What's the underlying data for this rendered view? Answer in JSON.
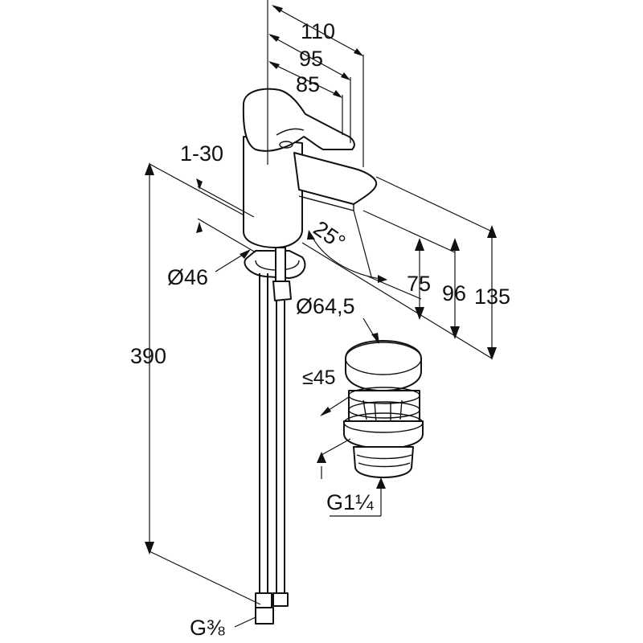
{
  "dimensions": {
    "width_110": "110",
    "width_95": "95",
    "width_85": "85",
    "range_1_30": "1-30",
    "angle_25": "25°",
    "diameter_46": "Ø46",
    "height_75": "75",
    "height_96": "96",
    "height_135": "135",
    "height_390": "390",
    "diameter_64_5": "Ø64,5",
    "max_45": "≤45",
    "thread_g1_1_4": "G1¼",
    "thread_g3_8": "G⅜"
  }
}
